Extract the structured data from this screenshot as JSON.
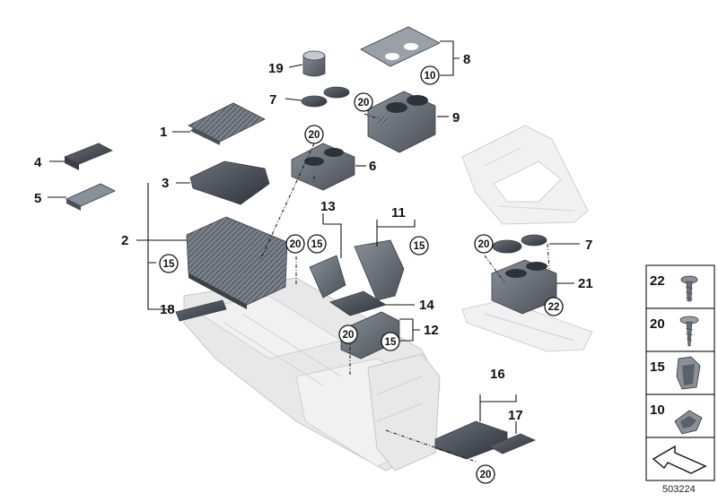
{
  "diagram_id": "503224",
  "callouts": {
    "c1": "1",
    "c2": "2",
    "c3": "3",
    "c4": "4",
    "c5": "5",
    "c6": "6",
    "c7a": "7",
    "c7b": "7",
    "c8": "8",
    "c9": "9",
    "c11": "11",
    "c12": "12",
    "c13": "13",
    "c14": "14",
    "c16": "16",
    "c17": "17",
    "c18": "18",
    "c19": "19",
    "c21": "21"
  },
  "circled": {
    "c10": "10",
    "c15a": "15",
    "c15b": "15",
    "c15c": "15",
    "c15d": "15",
    "c20a": "20",
    "c20b": "20",
    "c20c": "20",
    "c20d": "20",
    "c20e": "20",
    "c20f": "20",
    "c22": "22"
  },
  "legend": [
    {
      "label": "22",
      "icon": "screw-collar-icon"
    },
    {
      "label": "20",
      "icon": "screw-washer-icon"
    },
    {
      "label": "15",
      "icon": "clip-nut-icon"
    },
    {
      "label": "10",
      "icon": "spring-clip-icon"
    },
    {
      "label": "",
      "icon": "direction-arrow-icon"
    }
  ],
  "colors": {
    "part": "#5b6069",
    "part_dark": "#3c4048",
    "ghost": "#e8e8e8",
    "line": "#111111"
  }
}
